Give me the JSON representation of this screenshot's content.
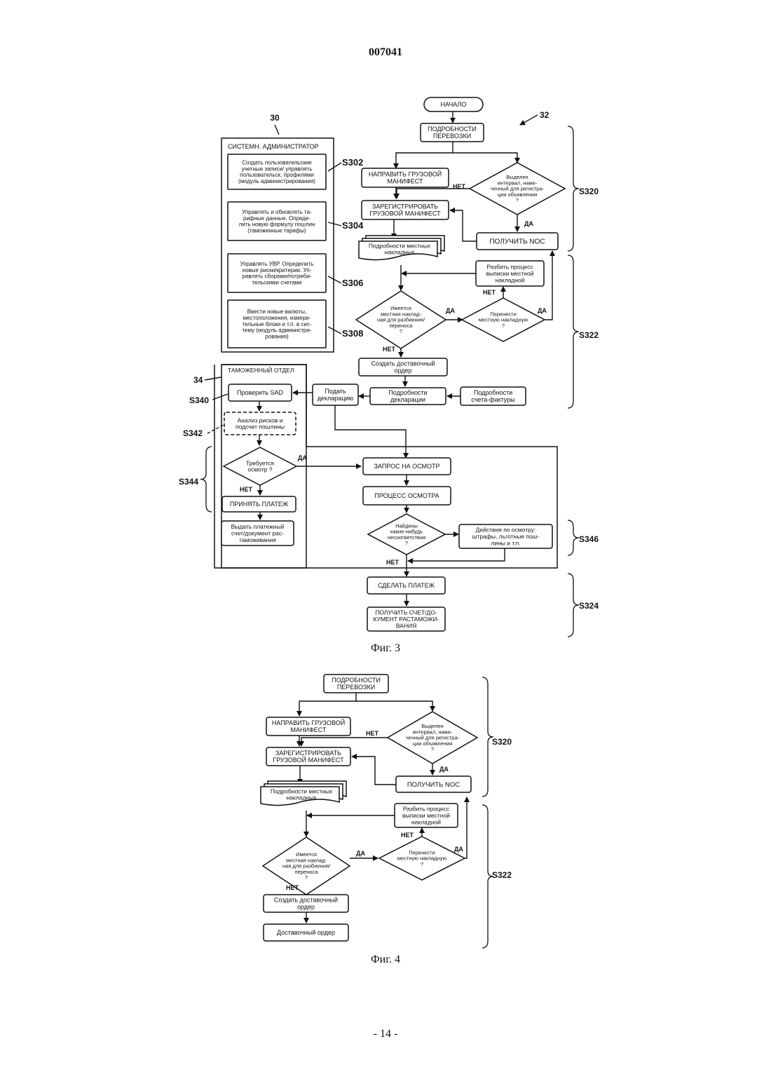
{
  "page": {
    "doc_number": "007041",
    "page_footer": "- 14 -",
    "fig3_caption": "Фиг. 3",
    "fig4_caption": "Фиг. 4"
  },
  "fig3": {
    "ref_30": "30",
    "ref_32": "32",
    "ref_34": "34",
    "s302": "S302",
    "s304": "S304",
    "s306": "S306",
    "s308": "S308",
    "s320": "S320",
    "s322": "S322",
    "s324": "S324",
    "s340": "S340",
    "s342": "S342",
    "s344": "S344",
    "s346": "S346",
    "admin_title": "СИСТЕМН. АДМИНИСТРАТОР",
    "admin_box1": [
      "Создать пользовательские",
      "учетные записи/ управлять",
      "пользовательск. профилями",
      "(модуль администрирования)"
    ],
    "admin_box2": [
      "Управлять и обновлять та-",
      "рифные данные. Опреде-",
      "лить новую формулу пошлин",
      "(таможенные тарифы)"
    ],
    "admin_box3": [
      "Управлять УВР. Определить",
      "новые риски/критерии. Уп-",
      "равлять сборами/потреби-",
      "тельскими счетами"
    ],
    "admin_box4": [
      "Ввести новые валюты,",
      "местоположения, измери-",
      "тельные блоки и т.п. в сис-",
      "тему (модуль администри-",
      "рования)"
    ],
    "start": "НАЧАЛО",
    "shipment": [
      "ПОДРОБНОСТИ",
      "ПЕРЕВОЗКИ"
    ],
    "send_manifest": [
      "НАПРАВИТЬ ГРУЗОВОЙ",
      "МАНИФЕСТ"
    ],
    "slot_decision": [
      "Выделен",
      "интервал, наме-",
      "ченный для регистра-",
      "ции объявления",
      "?"
    ],
    "register_manifest": [
      "ЗАРЕГИСТРИРОВАТЬ",
      "ГРУЗОВОЙ МАНИФЕСТ"
    ],
    "get_noc": "ПОЛУЧИТЬ NOC",
    "local_bills": [
      "Подробности местных",
      "накладных"
    ],
    "split_process": [
      "Разбить процесс",
      "выписки местной",
      "накладной"
    ],
    "split_decision": [
      "Имеется",
      "местная наклад-",
      "ная для разбиения/",
      "переноса",
      "?"
    ],
    "transfer_decision": [
      "Перенести",
      "местную накладную",
      "?"
    ],
    "create_delivery": [
      "Создать доставочный",
      "ордер"
    ],
    "declaration_details": [
      "Подробности",
      "декларации"
    ],
    "invoice_details": [
      "Подробности",
      "счета-фактуры"
    ],
    "submit_declaration": [
      "Подать",
      "декларацию"
    ],
    "customs_title": "ТАМОЖЕННЫЙ ОТДЕЛ",
    "check_sad": "Проверить SAD",
    "risk_analysis": [
      "Анализ рисков и",
      "подсчет пошлины"
    ],
    "inspect_decision": [
      "Требуется",
      "осмотр ?"
    ],
    "accept_payment": "ПРИНЯТЬ ПЛАТЕЖ",
    "issue_payment": [
      "Выдать платежный",
      "счет/документ рас-",
      "таможивания"
    ],
    "inspection_request": "ЗАПРОС НА ОСМОТР",
    "inspection_process": "ПРОЦЕСС ОСМОТРА",
    "mismatch_decision": [
      "Найдены",
      "какие-нибудь",
      "несоответствия",
      "?"
    ],
    "inspection_actions": [
      "Действия по осмотру:",
      "штрафы, льготные пош-",
      "лины и т.п."
    ],
    "make_payment": "СДЕЛАТЬ ПЛАТЕЖ",
    "get_invoice": [
      "ПОЛУЧИТЬ СЧЕТ/ДО-",
      "КУМЕНТ РАСТАМОЖИ-",
      "ВАНИЯ"
    ],
    "yes": "ДА",
    "no": "НЕТ"
  },
  "fig4": {
    "s320": "S320",
    "s322": "S322",
    "shipment": [
      "ПОДРОБНОСТИ",
      "ПЕРЕВОЗКИ"
    ],
    "send_manifest": [
      "НАПРАВИТЬ ГРУЗОВОЙ",
      "МАНИФЕСТ"
    ],
    "slot_decision": [
      "Выделен",
      "интервал, наме-",
      "ченный для регистра-",
      "ции объявления",
      "?"
    ],
    "register_manifest": [
      "ЗАРЕГИСТРИРОВАТЬ",
      "ГРУЗОВОЙ МАНИФЕСТ"
    ],
    "get_noc": "ПОЛУЧИТЬ NOC",
    "local_bills": [
      "Подробности местных",
      "накладных"
    ],
    "split_process": [
      "Разбить процесс",
      "выписки местной",
      "накладной"
    ],
    "split_decision": [
      "Имеется",
      "местная наклад-",
      "ная для разбиения/",
      "переноса",
      "?"
    ],
    "transfer_decision": [
      "Перенести",
      "местную накладную",
      "?"
    ],
    "create_delivery": [
      "Создать доставочный",
      "ордер"
    ],
    "delivery_order": "Доставочный ордер",
    "yes": "ДА",
    "no": "НЕТ"
  }
}
